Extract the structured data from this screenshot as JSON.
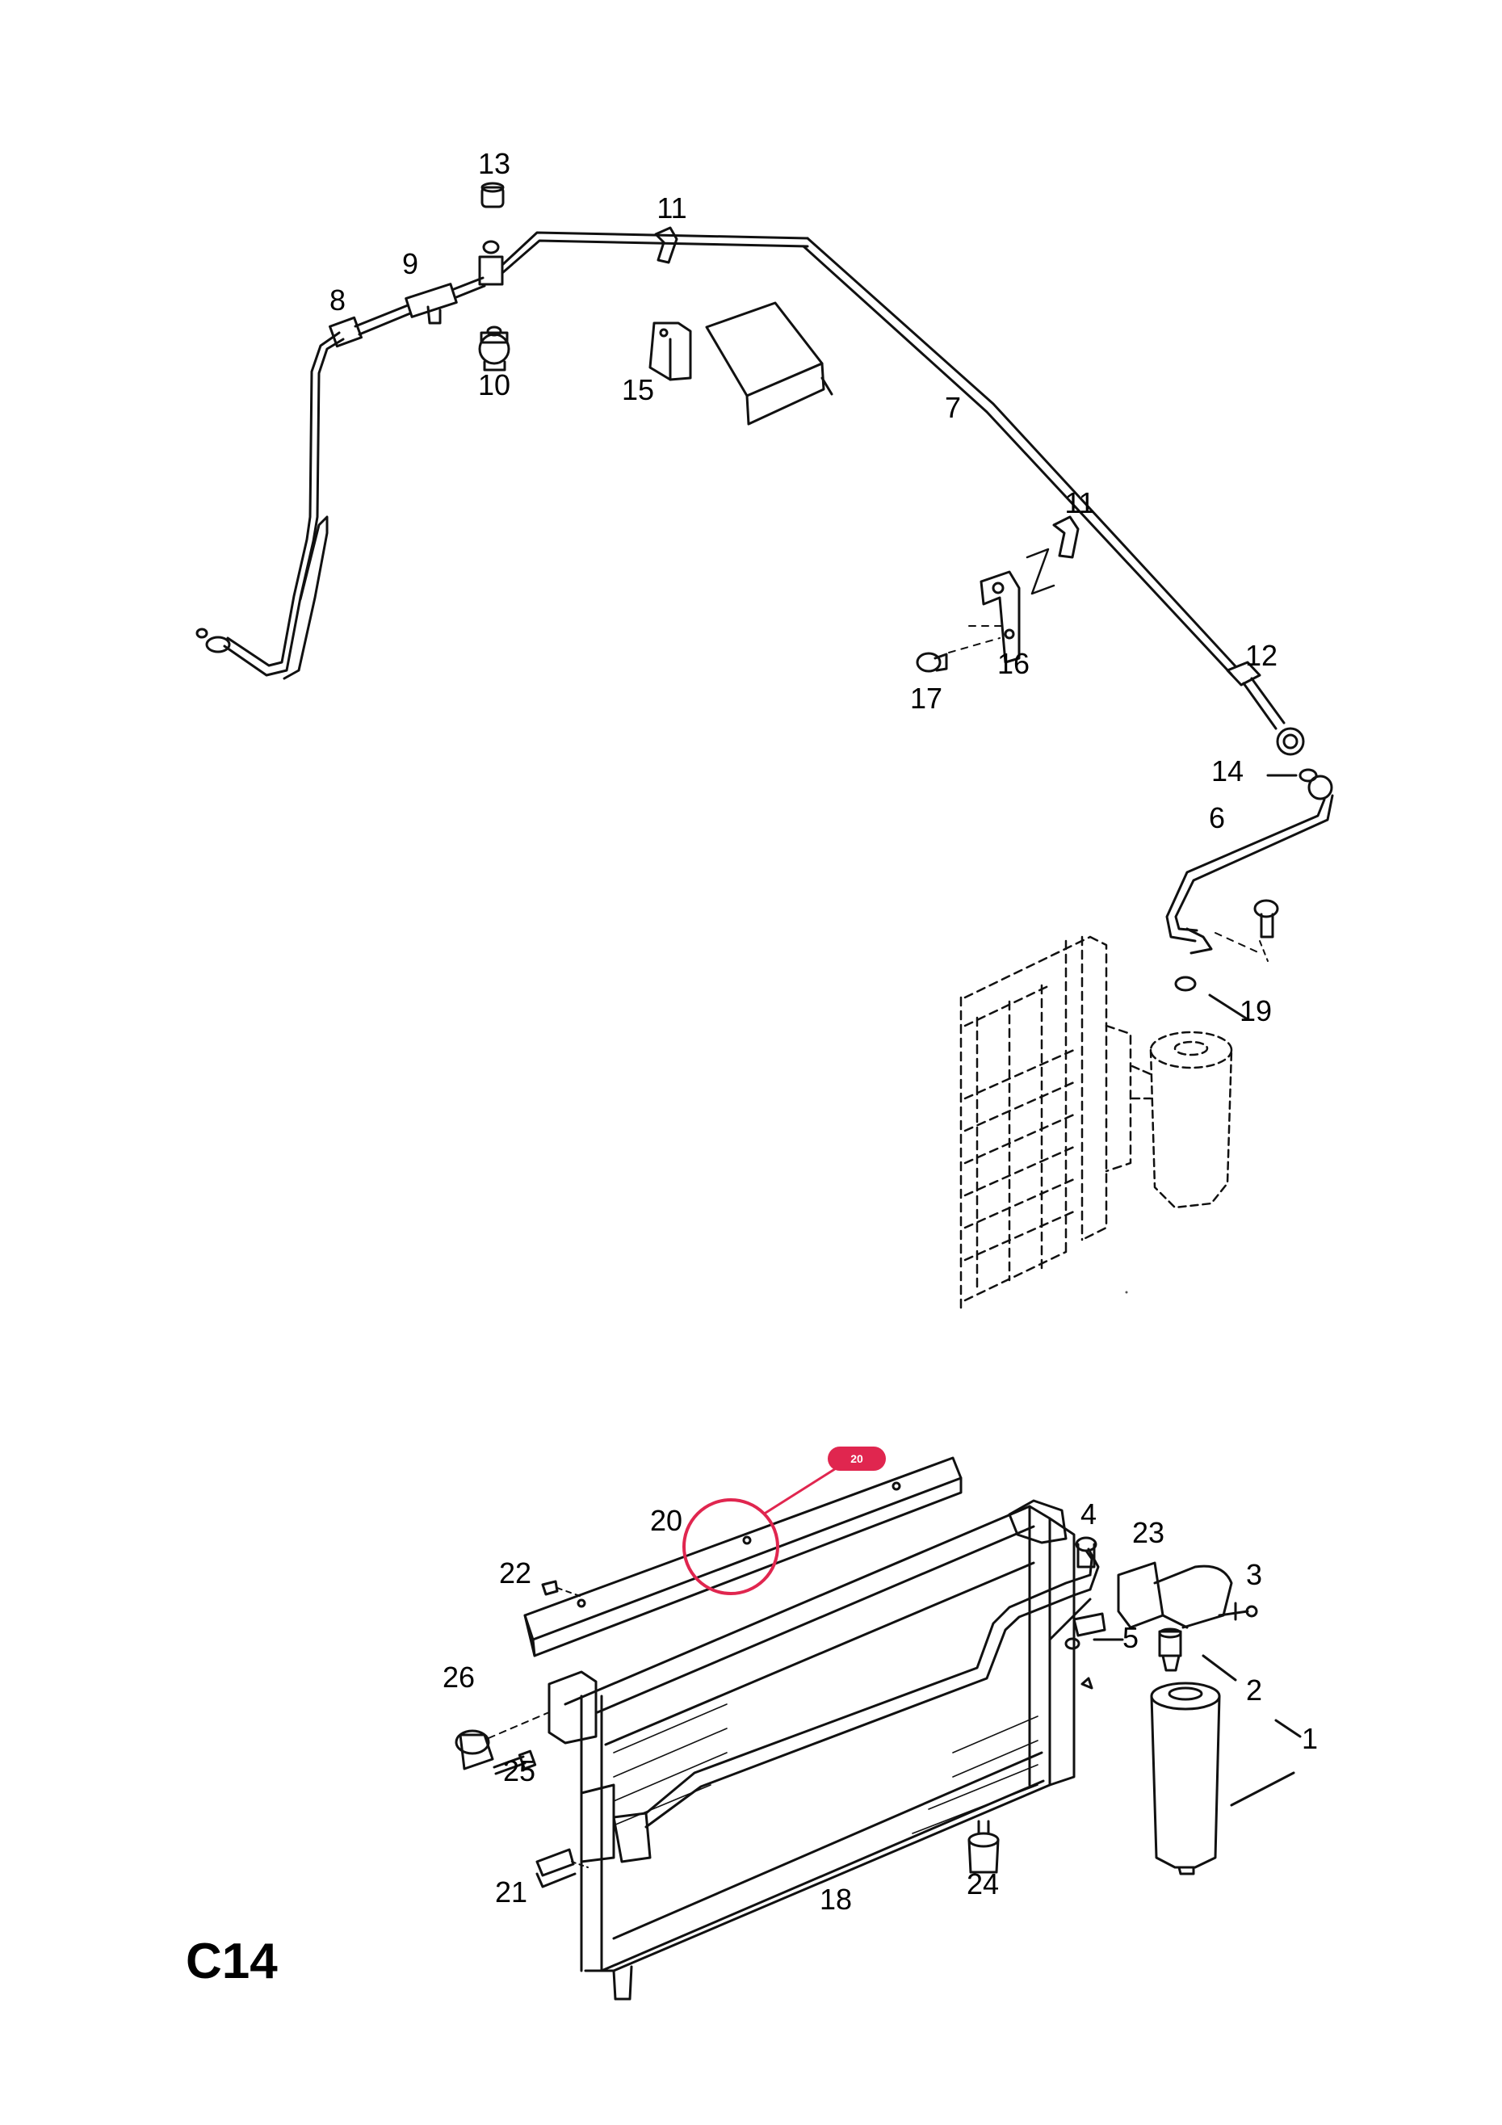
{
  "sheet_code": "C14",
  "highlight": {
    "label": "20",
    "color": "#e0264f"
  },
  "part_labels": [
    {
      "text": "13"
    },
    {
      "text": "11"
    },
    {
      "text": "9"
    },
    {
      "text": "8"
    },
    {
      "text": "10"
    },
    {
      "text": "15"
    },
    {
      "text": "7"
    },
    {
      "text": "11"
    },
    {
      "text": "16"
    },
    {
      "text": "17"
    },
    {
      "text": "12"
    },
    {
      "text": "14"
    },
    {
      "text": "6"
    },
    {
      "text": "19"
    },
    {
      "text": "20"
    },
    {
      "text": "4"
    },
    {
      "text": "23"
    },
    {
      "text": "3"
    },
    {
      "text": "22"
    },
    {
      "text": "5"
    },
    {
      "text": "26"
    },
    {
      "text": "2"
    },
    {
      "text": "1"
    },
    {
      "text": "25"
    },
    {
      "text": "21"
    },
    {
      "text": "18"
    },
    {
      "text": "24"
    }
  ]
}
